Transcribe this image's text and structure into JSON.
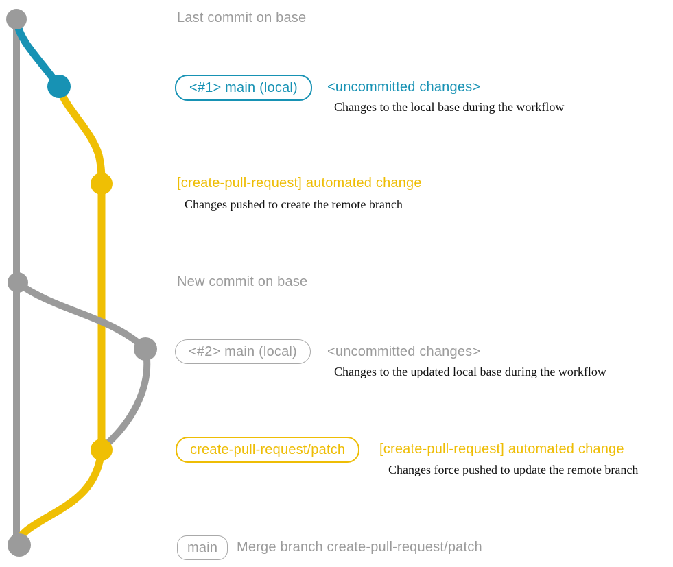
{
  "colors": {
    "base_branch_gray": "#9b9b9b",
    "local_branch_teal": "#1792b4",
    "pr_branch_yellow": "#efbf04",
    "caption_black": "#111111",
    "background": "#ffffff"
  },
  "rows": {
    "last_commit": {
      "title": "Last commit on base"
    },
    "local_1": {
      "badge": "<#1> main (local)",
      "status": "<uncommitted changes>",
      "caption": "Changes to the local base during the workflow"
    },
    "push_create": {
      "title": "[create-pull-request] automated change",
      "caption": "Changes pushed to create the remote branch"
    },
    "new_commit": {
      "title": "New commit on base"
    },
    "local_2": {
      "badge": "<#2> main (local)",
      "status": "<uncommitted changes>",
      "caption": "Changes to the updated local base during the workflow"
    },
    "push_update": {
      "badge": "create-pull-request/patch",
      "title": "[create-pull-request] automated change",
      "caption": "Changes force pushed to update the remote branch"
    },
    "merge": {
      "badge": "main",
      "title": "Merge branch create-pull-request/patch"
    }
  }
}
